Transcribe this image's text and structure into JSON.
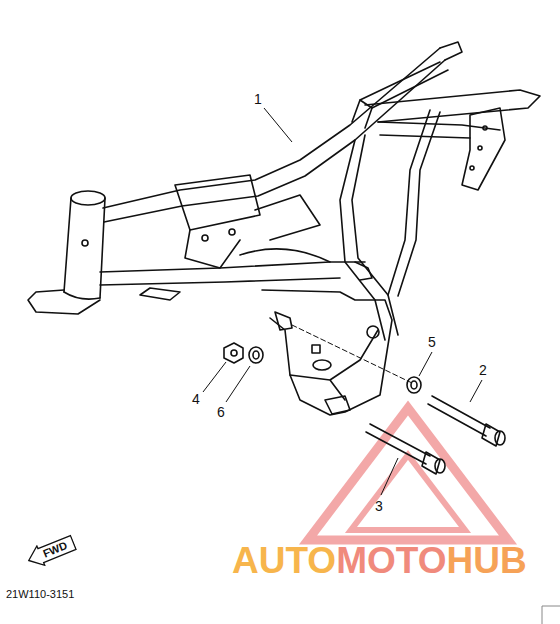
{
  "diagram": {
    "nodes": [
      {
        "text": [
          "FWD"
        ]
      }
    ],
    "edges": [],
    "labels": [
      "1",
      "2",
      "3",
      "4",
      "5",
      "6",
      "21W110-3151",
      "AUTO",
      "MOTO",
      "HUB"
    ]
  }
}
